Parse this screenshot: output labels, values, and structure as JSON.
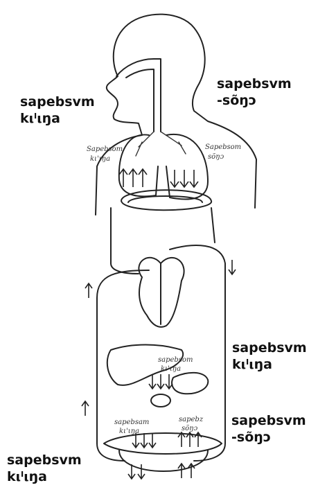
{
  "labels": {
    "lungs_left": [
      "sapebsvm",
      "kιˡιŋa"
    ],
    "lungs_right": [
      "sapebsvm",
      "-sõŋɔ"
    ],
    "liver_right": [
      "sapebsvm",
      "kιˡιŋa"
    ],
    "intestine_right": [
      "sapebsvm",
      "-sõŋɔ"
    ],
    "bottom_left": [
      "sapebsvm",
      "kιˡιŋa"
    ]
  },
  "handwritten": {
    "lungs_left": [
      "Sapebsom",
      "kι'ιŋa"
    ],
    "lungs_right": [
      "Sapebsom",
      "sõŋɔ"
    ],
    "liver": [
      "sapebsom",
      "kι'ιŋa"
    ],
    "gut_left": [
      "sapebsam",
      "kι'ιŋa"
    ],
    "gut_right": [
      "sapebz",
      "sõŋɔ"
    ]
  }
}
